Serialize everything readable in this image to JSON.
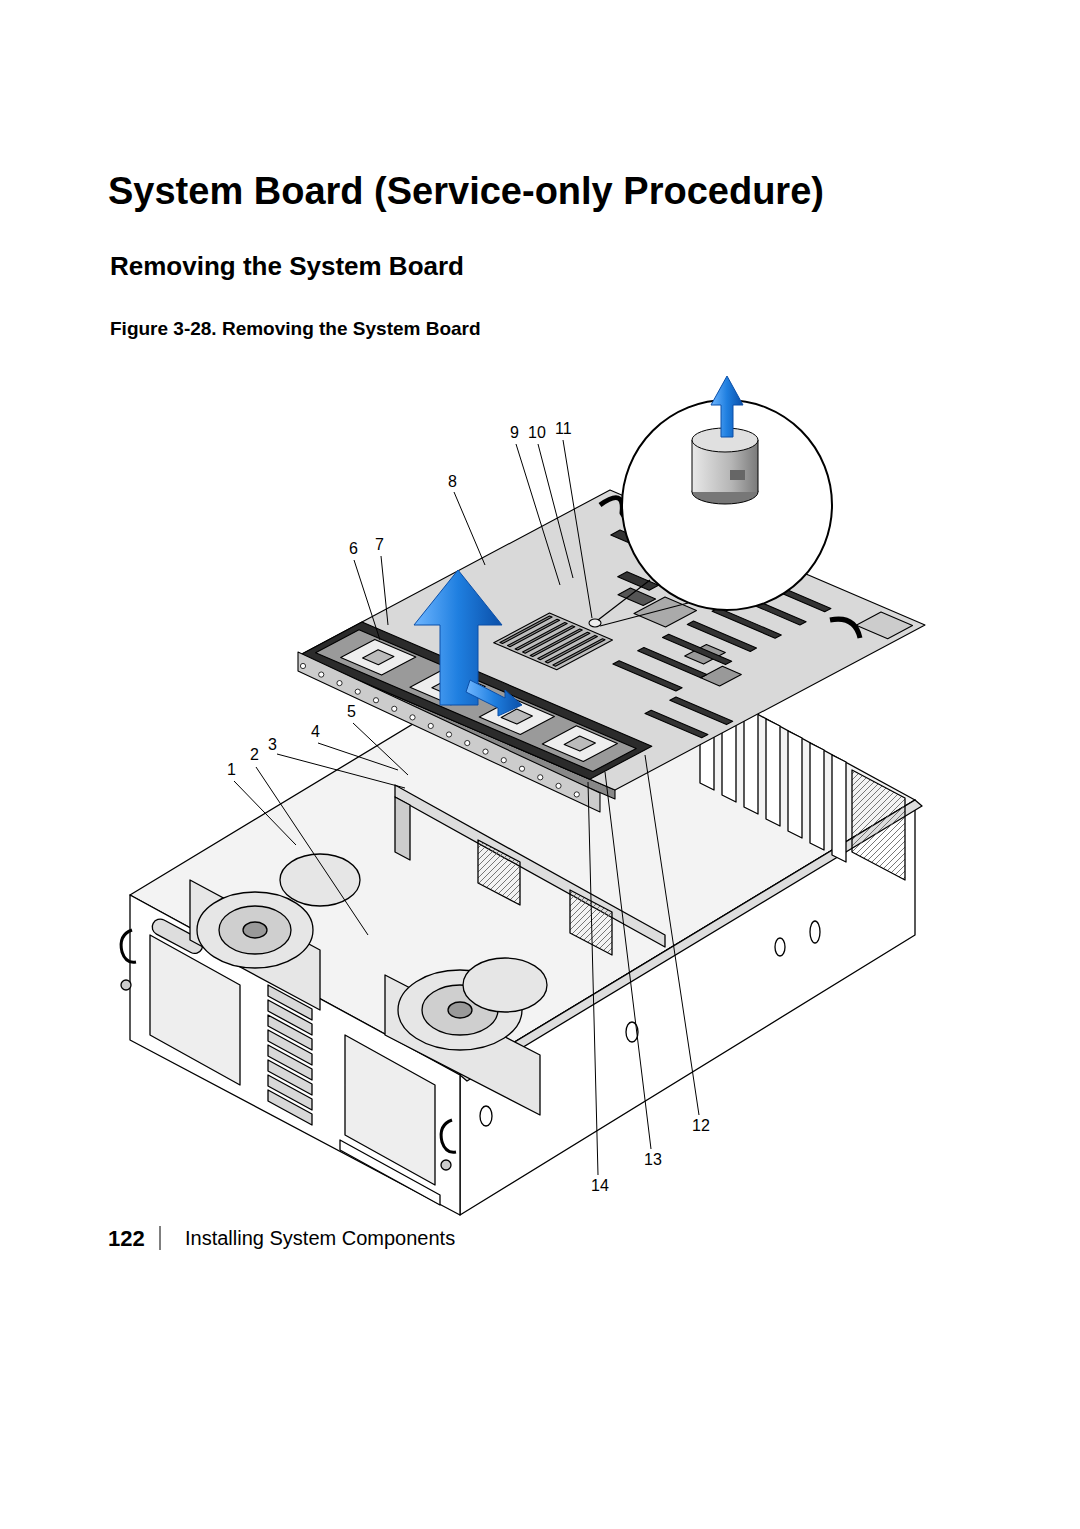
{
  "diagram": {
    "title": "System Board (Service-only Procedure)",
    "caption": "Figure 3-28. Removing the System Board",
    "labels": [
      "Removing the System Board",
      "9",
      "10",
      "11",
      "8",
      "6",
      "7",
      "5",
      "4",
      "3",
      "2",
      "1",
      "12",
      "13",
      "14",
      "122",
      "Installing System Components"
    ]
  }
}
